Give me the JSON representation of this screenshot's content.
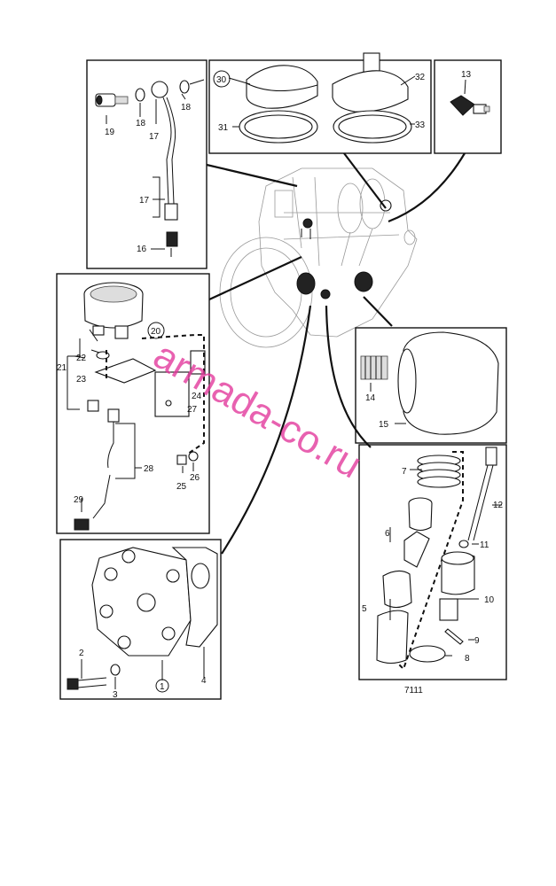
{
  "drawing_number": "7111",
  "watermark": "armada-co.ru",
  "callouts": {
    "c1": "1",
    "c2": "2",
    "c3": "3",
    "c4": "4",
    "c5": "5",
    "c6": "6",
    "c7": "7",
    "c8": "8",
    "c9": "9",
    "c10": "10",
    "c11": "11",
    "c12": "12",
    "c13": "13",
    "c14": "14",
    "c15": "15",
    "c16": "16",
    "c17a": "17",
    "c17b": "17",
    "c18a": "18",
    "c18b": "18",
    "c19": "19",
    "c20": "20",
    "c21": "21",
    "c22": "22",
    "c23": "23",
    "c24": "24",
    "c25": "25",
    "c26": "26",
    "c27": "27",
    "c28": "28",
    "c29": "29",
    "c30": "30",
    "c31": "31",
    "c32": "32",
    "c33": "33"
  }
}
